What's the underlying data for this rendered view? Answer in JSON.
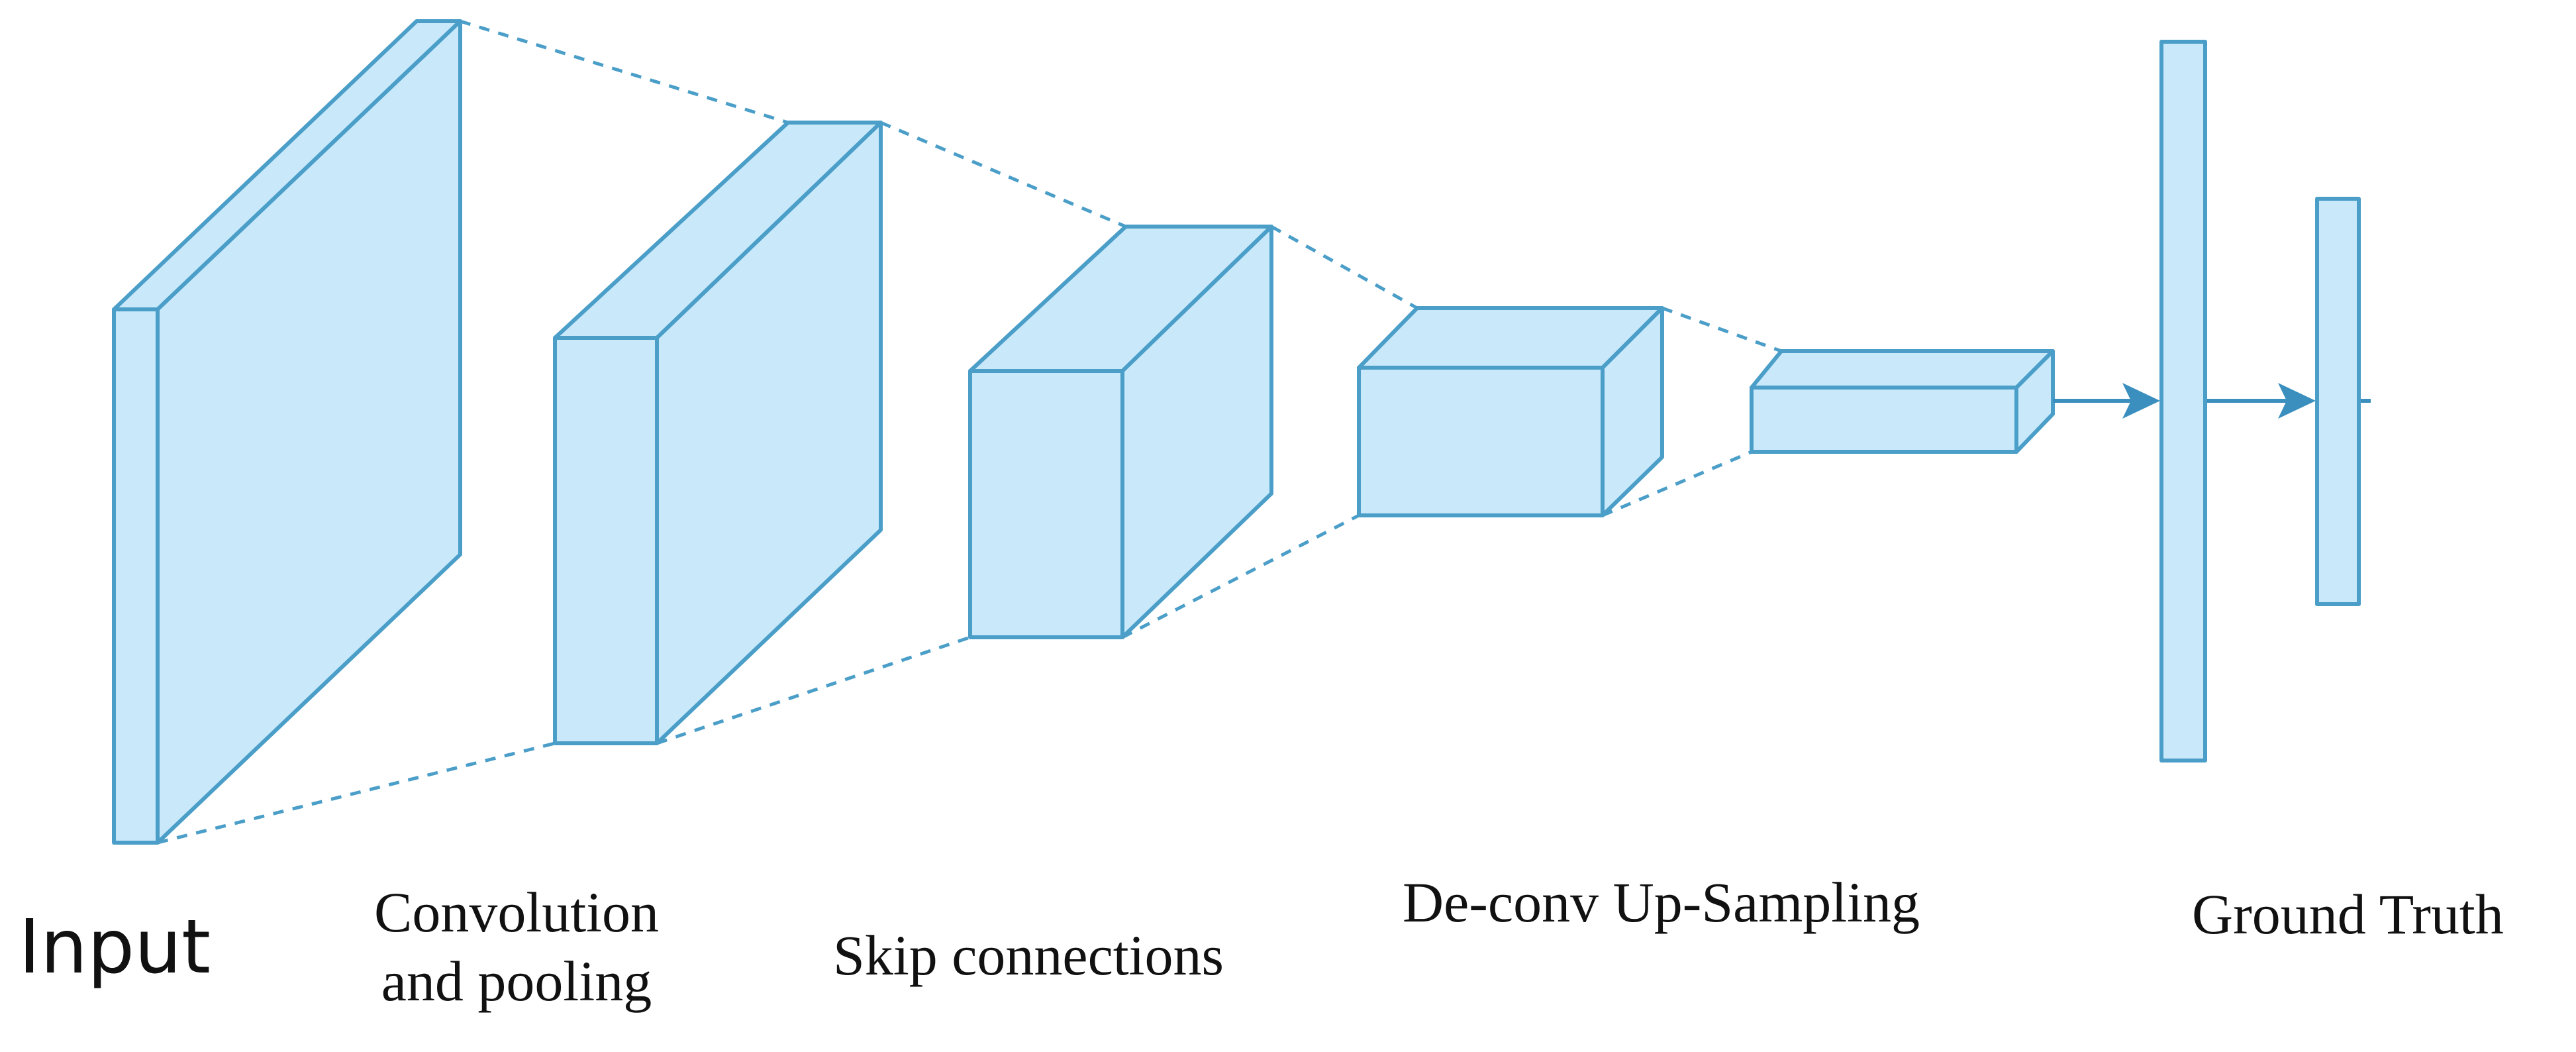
{
  "labels": {
    "input": "Input",
    "conv_line1": "Convolution",
    "conv_line2": "and pooling",
    "skip": "Skip connections",
    "deconv": "De-conv Up-Sampling",
    "ground_truth": "Ground Truth"
  },
  "colors": {
    "block_fill": "#c9e9fb",
    "block_stroke": "#4a9ec8",
    "arrow": "#3a8fbf",
    "text": "#111111"
  }
}
